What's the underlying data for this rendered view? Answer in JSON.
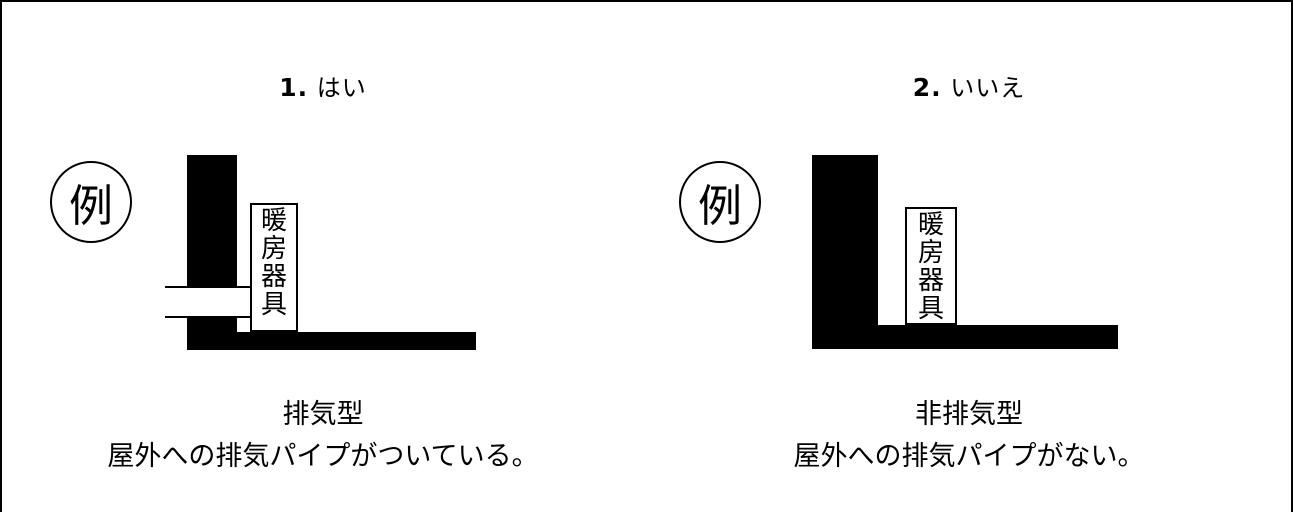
{
  "options": [
    {
      "number": "1.",
      "label": "はい",
      "example_mark": "例",
      "heater_chars": [
        "暖",
        "房",
        "器",
        "具"
      ],
      "caption_line1": "排気型",
      "caption_line2": "屋外への排気パイプがついている。"
    },
    {
      "number": "2.",
      "label": "いいえ",
      "example_mark": "例",
      "heater_chars": [
        "暖",
        "房",
        "器",
        "具"
      ],
      "caption_line1": "非排気型",
      "caption_line2": "屋外への排気パイプがない。"
    }
  ]
}
